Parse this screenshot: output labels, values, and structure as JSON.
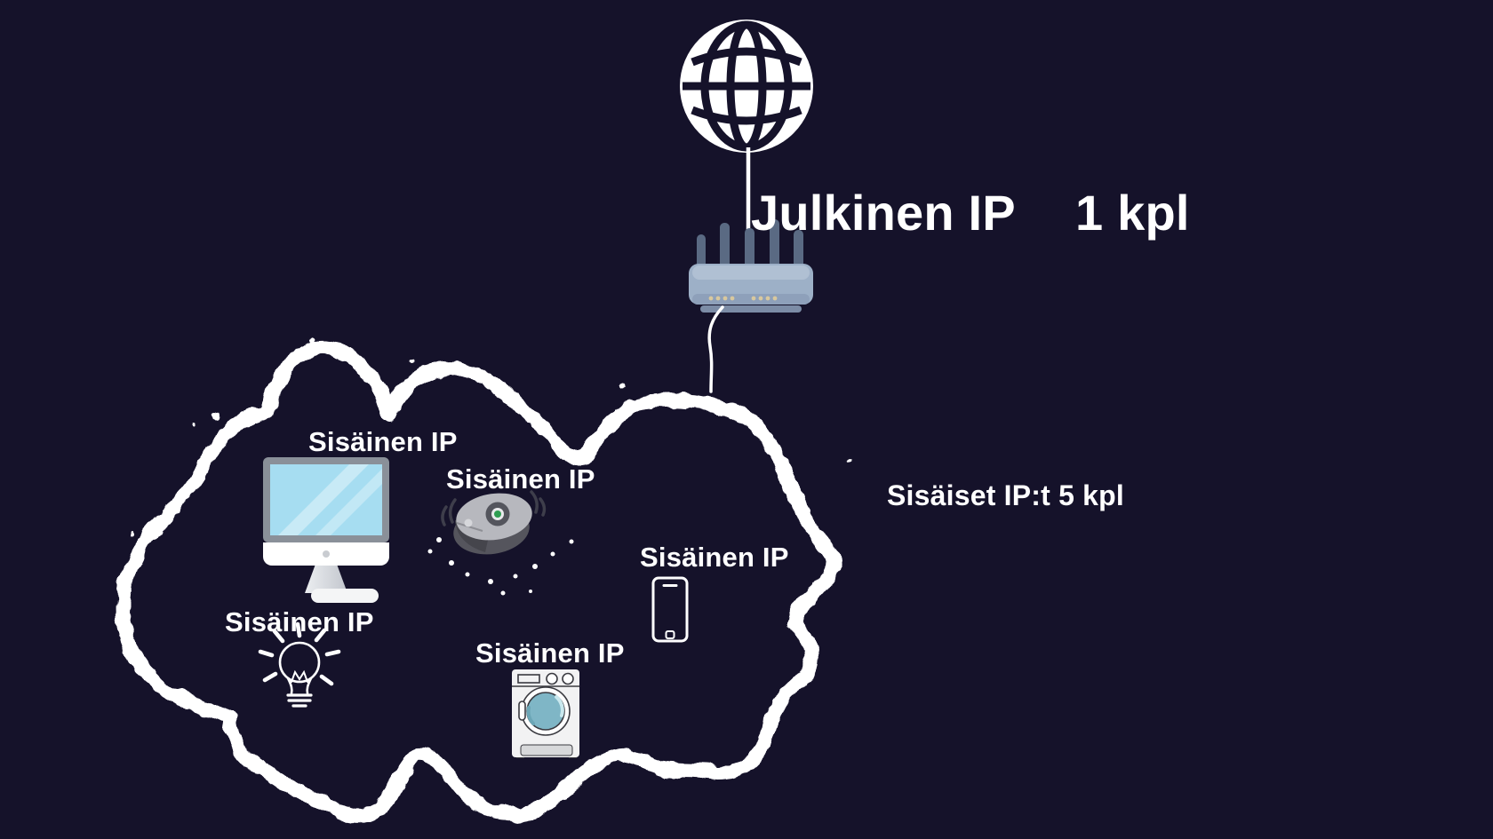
{
  "page": {
    "type": "home-network-nat-diagram",
    "background_color": "#15122a"
  },
  "internet": {
    "icon": "globe-icon"
  },
  "public_ip": {
    "label": "Julkinen IP",
    "count": "1 kpl"
  },
  "internal_ips": {
    "summary": "Sisäiset IP:t 5 kpl"
  },
  "router": {
    "icon": "wifi-router-icon"
  },
  "devices": [
    {
      "id": "desktop-computer",
      "icon": "desktop-computer-icon",
      "label": "Sisäinen IP"
    },
    {
      "id": "robot-vacuum",
      "icon": "robot-vacuum-icon",
      "label": "Sisäinen IP"
    },
    {
      "id": "smartphone",
      "icon": "smartphone-icon",
      "label": "Sisäinen IP"
    },
    {
      "id": "smart-lightbulb",
      "icon": "lightbulb-icon",
      "label": "Sisäinen IP"
    },
    {
      "id": "washing-machine",
      "icon": "washing-machine-icon",
      "label": "Sisäinen IP"
    }
  ],
  "colors": {
    "background": "#15122a",
    "cloud_outline": "#ffffff",
    "text": "#ffffff",
    "globe": "#ffffff",
    "router_body": "#9db0c7",
    "router_antennas": "#5a6a83",
    "router_leds": "#d9c89e",
    "monitor_frame": "#8a9099",
    "monitor_screen": "#a6ddf1",
    "washer_door": "#7fb6c6",
    "vacuum_body": "#b7b8be",
    "vacuum_power_dot": "#2f9e52"
  }
}
